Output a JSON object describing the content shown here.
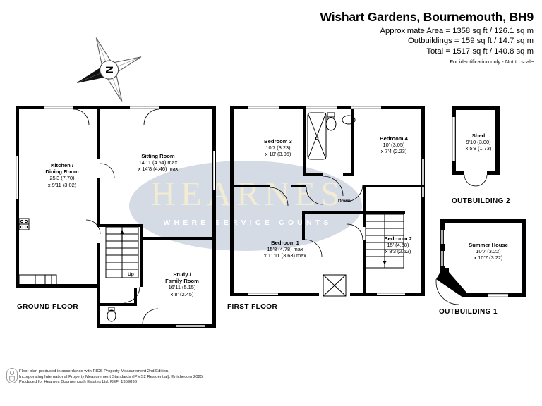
{
  "header": {
    "title": "Wishart Gardens, Bournemouth, BH9",
    "approx_area": "Approximate Area = 1358 sq ft / 126.1 sq m",
    "outbuildings": "Outbuildings = 159 sq ft / 14.7 sq m",
    "total": "Total = 1517 sq ft / 140.8 sq m",
    "disclaimer": "For identification only - Not to scale"
  },
  "compass": {
    "label": "N",
    "name": "compass-rose"
  },
  "watermark": {
    "brand": "HEARNES",
    "tagline": "WHERE SERVICE COUNTS",
    "ellipse_color": "#ccd5e0",
    "brand_color": "#f3ecd2"
  },
  "floors": {
    "ground": {
      "label": "GROUND FLOOR",
      "rooms": [
        {
          "name": "kitchen-dining-room",
          "title": "Kitchen /",
          "title2": "Dining Room",
          "dim1": "25'3 (7.70)",
          "dim2": "x 9'11 (3.02)"
        },
        {
          "name": "sitting-room",
          "title": "Sitting Room",
          "title2": "",
          "dim1": "14'11 (4.54) max",
          "dim2": "x 14'8 (4.46) max"
        },
        {
          "name": "study-family-room",
          "title": "Study /",
          "title2": "Family Room",
          "dim1": "16'11 (5.15)",
          "dim2": "x 8' (2.45)"
        }
      ],
      "stairs_label": "Up"
    },
    "first": {
      "label": "FIRST FLOOR",
      "rooms": [
        {
          "name": "bedroom-3",
          "title": "Bedroom 3",
          "title2": "",
          "dim1": "10'7 (3.23)",
          "dim2": "x 10' (3.05)"
        },
        {
          "name": "bedroom-4",
          "title": "Bedroom 4",
          "title2": "",
          "dim1": "10' (3.05)",
          "dim2": "x 7'4 (2.23)"
        },
        {
          "name": "bedroom-1",
          "title": "Bedroom 1",
          "title2": "",
          "dim1": "15'8 (4.78) max",
          "dim2": "x 11'11 (3.63) max"
        },
        {
          "name": "bedroom-2",
          "title": "Bedroom 2",
          "title2": "",
          "dim1": "15' (4.58)",
          "dim2": "x 8'3 (2.52)"
        }
      ],
      "stairs_label": "Down"
    }
  },
  "outbuildings": [
    {
      "name": "shed",
      "caption": "OUTBUILDING 2",
      "title": "Shed",
      "dim1": "9'10 (3.00)",
      "dim2": "x 5'8 (1.73)"
    },
    {
      "name": "summer-house",
      "caption": "OUTBUILDING 1",
      "title": "Summer House",
      "dim1": "10'7 (3.22)",
      "dim2": "x 10'7 (3.22)"
    }
  ],
  "footer": {
    "line1": "Floor plan produced in accordance with RICS Property Measurement 2nd Edition,",
    "line2": "Incorporating International Property Measurement Standards (IPMS2 Residential).   ©nichecom 2025.",
    "line3": "Produced for Hearnes Bournemouth Estates Ltd.   REF: 1359896"
  }
}
